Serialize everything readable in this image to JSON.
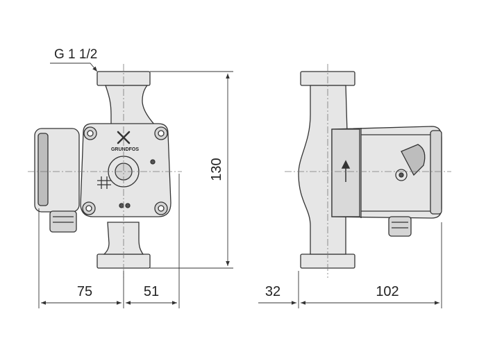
{
  "thread_label": "G 1 1/2",
  "brand_text": "GRUNDFOS",
  "dimensions": {
    "height": "130",
    "left_width": "75",
    "right_width": "51",
    "depth_front": "32",
    "depth_back": "102"
  },
  "colors": {
    "line": "#333333",
    "fill": "#e6e6e6",
    "dark_fill": "#bdbdbd",
    "background": "#ffffff"
  }
}
